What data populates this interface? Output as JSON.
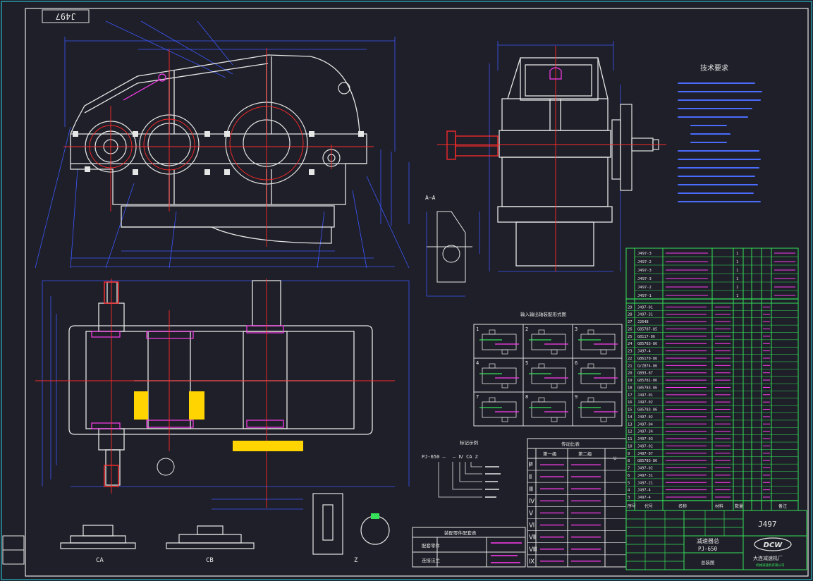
{
  "drawing": {
    "drawing_code": "J497",
    "corner_code": "J497",
    "title_name": "减速器总",
    "model": "PJ-650",
    "sheet_type": "总装图",
    "company_logo": "DCW",
    "company_name": "大连减速机厂",
    "company_subtitle": "机械减速机有限公司"
  },
  "views": {
    "section_label": "A—A",
    "tech_title": "技术要求",
    "shaft_label_ca": "CA",
    "shaft_label_cb": "CB",
    "shaft_label_z": "Z",
    "arrangement_title": "输入输出轴装配形式图",
    "model_code_title": "标记示例",
    "model_code": "PJ-650 —",
    "model_code_suffix": "— Ⅳ  CA  ℤ",
    "gear_table_title": "传动比表",
    "gear_table_first": "第一级",
    "gear_table_second": "第二级",
    "gear_table_col_level": "级",
    "gear_table_col_u": "U",
    "install_table_title": "装配零件配套表",
    "install_row1": "配套零件",
    "install_row2": "连接法兰"
  },
  "arrangements": [
    "1",
    "2",
    "3",
    "4",
    "5",
    "6",
    "7",
    "8",
    "9"
  ],
  "roman_rows": [
    "Ⅰ",
    "Ⅱ",
    "Ⅲ",
    "Ⅳ",
    "Ⅴ",
    "Ⅵ",
    "Ⅶ",
    "Ⅷ",
    "Ⅸ"
  ],
  "bom_top": [
    {
      "code": "J497-3",
      "qty": "1"
    },
    {
      "code": "J497-2",
      "qty": "1"
    },
    {
      "code": "J497-3",
      "qty": "1"
    },
    {
      "code": "J497-3",
      "qty": "1"
    },
    {
      "code": "J497-2",
      "qty": "1"
    },
    {
      "code": "J497-1",
      "qty": "1"
    }
  ],
  "bom_rows": [
    {
      "no": "29",
      "code": "J497-01"
    },
    {
      "no": "28",
      "code": "J497-31"
    },
    {
      "no": "27",
      "code": "J2648"
    },
    {
      "no": "26",
      "code": "GB5787-85"
    },
    {
      "no": "25",
      "code": "GB117-86"
    },
    {
      "no": "24",
      "code": "GB5783-86"
    },
    {
      "no": "23",
      "code": "J497-4"
    },
    {
      "no": "22",
      "code": "GB6170-86"
    },
    {
      "no": "21",
      "code": "Q/ZB74-86"
    },
    {
      "no": "20",
      "code": "GB93-87"
    },
    {
      "no": "19",
      "code": "GB5781-86"
    },
    {
      "no": "18",
      "code": "GB5783-86"
    },
    {
      "no": "17",
      "code": "J497-01"
    },
    {
      "no": "16",
      "code": "J497-02"
    },
    {
      "no": "15",
      "code": "GB5783-86"
    },
    {
      "no": "14",
      "code": "J497-02"
    },
    {
      "no": "13",
      "code": "J497-04"
    },
    {
      "no": "12",
      "code": "J497-34"
    },
    {
      "no": "11",
      "code": "J497-03"
    },
    {
      "no": "10",
      "code": "J497-02"
    },
    {
      "no": "9",
      "code": "J497-07"
    },
    {
      "no": "8",
      "code": "GB5783-86"
    },
    {
      "no": "7",
      "code": "J497-02"
    },
    {
      "no": "6",
      "code": "J497-31"
    },
    {
      "no": "5",
      "code": "J497-21"
    },
    {
      "no": "4",
      "code": "J497-4"
    },
    {
      "no": "3",
      "code": "J497-4"
    }
  ],
  "bom_header": {
    "no": "序号",
    "code": "代号",
    "name": "名称",
    "qty": "数量",
    "material": "材料",
    "note": "备注"
  },
  "colors": {
    "background": "#1e1f28",
    "outline": "#e6e6e6",
    "dimension": "#3c57ff",
    "centerline": "#ff2b2b",
    "table_grid": "#36e25a",
    "hatch": "#ffd400",
    "text_blue": "#4a6cff",
    "cyan": "#2fd6e6",
    "magenta": "#ff3df0"
  }
}
